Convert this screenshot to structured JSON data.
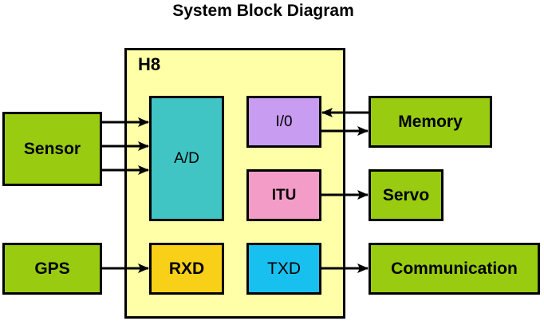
{
  "title": "System Block Diagram",
  "container": {
    "label": "H8",
    "color": "#ffffa8"
  },
  "internal_blocks": {
    "ad": {
      "label": "A/D",
      "color": "#40c4c4"
    },
    "io": {
      "label": "I/0",
      "color": "#c89cf0"
    },
    "itu": {
      "label": "ITU",
      "color": "#f49cc8"
    },
    "rxd": {
      "label": "RXD",
      "color": "#f8d018"
    },
    "txd": {
      "label": "TXD",
      "color": "#18c0f0"
    }
  },
  "external_blocks": {
    "sensor": {
      "label": "Sensor",
      "color": "#99cc11"
    },
    "gps": {
      "label": "GPS",
      "color": "#99cc11"
    },
    "memory": {
      "label": "Memory",
      "color": "#99cc11"
    },
    "servo": {
      "label": "Servo",
      "color": "#99cc11"
    },
    "communication": {
      "label": "Communication",
      "color": "#99cc11"
    }
  },
  "connections": [
    {
      "from": "Sensor",
      "to": "A/D",
      "count": 3
    },
    {
      "from": "Memory",
      "to": "I/0"
    },
    {
      "from": "I/0",
      "to": "Memory"
    },
    {
      "from": "ITU",
      "to": "Servo"
    },
    {
      "from": "GPS",
      "to": "RXD"
    },
    {
      "from": "TXD",
      "to": "Communication"
    }
  ]
}
